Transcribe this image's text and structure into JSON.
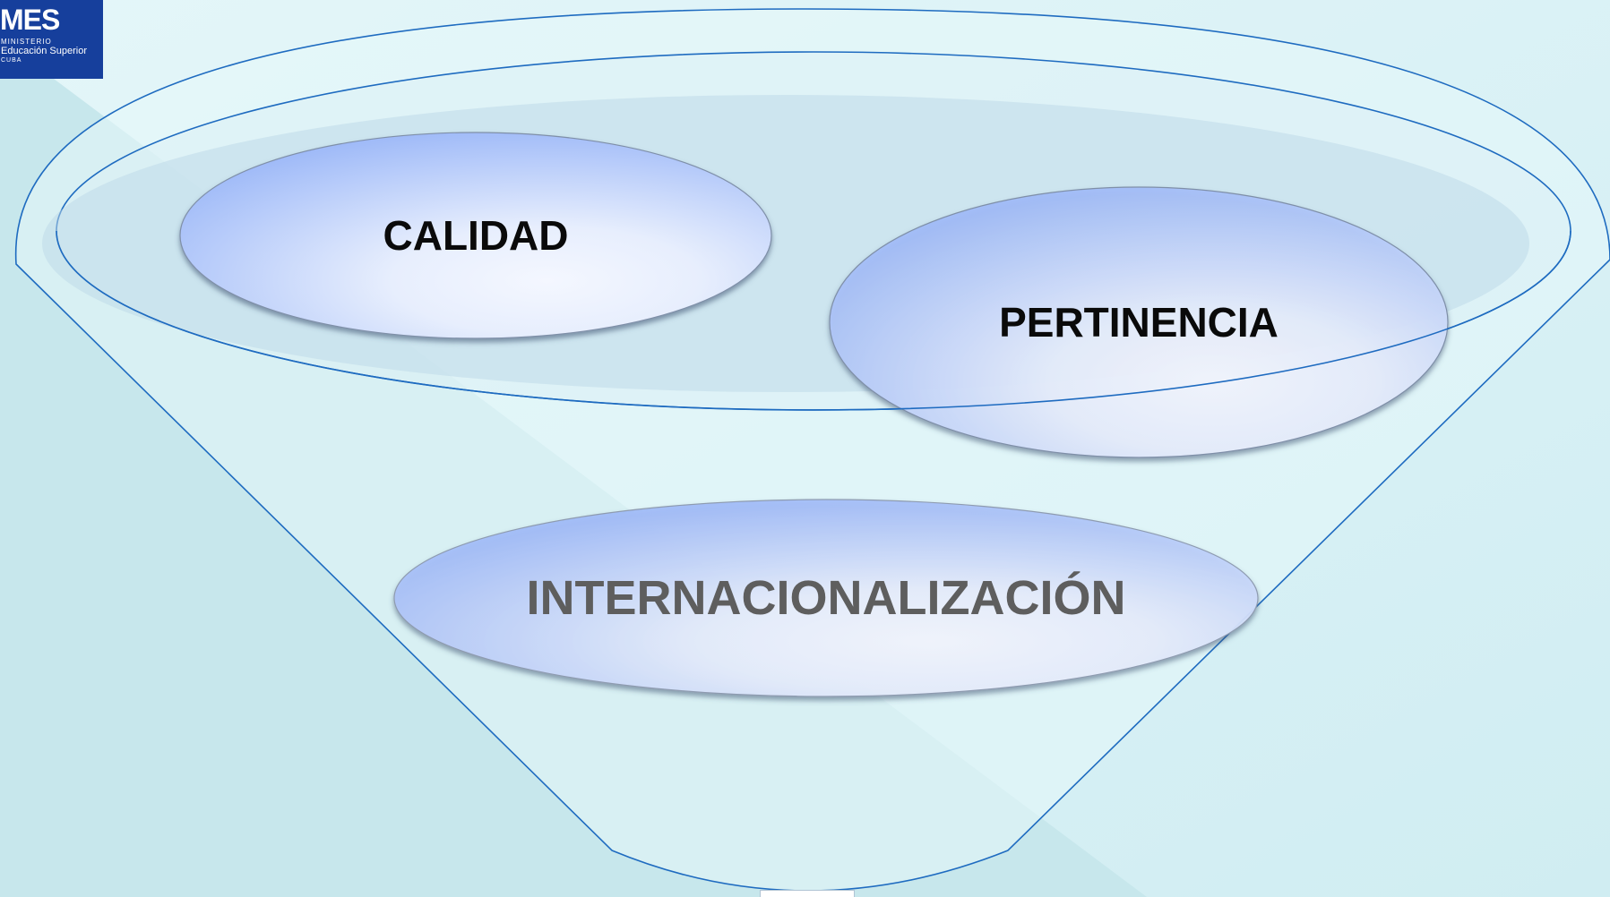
{
  "logo": {
    "mark": "MES",
    "line1": "MINISTERIO",
    "line2": "Educación Superior",
    "line3": "CUBA",
    "color": "#163f9c"
  },
  "diagram": {
    "labels": {
      "calidad": "CALIDAD",
      "pertinencia": "PERTINENCIA",
      "internacionalizacion": "INTERNACIONALIZACIÓN"
    }
  },
  "colors": {
    "background": "#d4eff3",
    "funnel_outline": "#1e6bc0",
    "ellipse_fill": "#c4d6fb",
    "text_primary": "#0a0a0a",
    "text_secondary": "#5e5e5e"
  }
}
